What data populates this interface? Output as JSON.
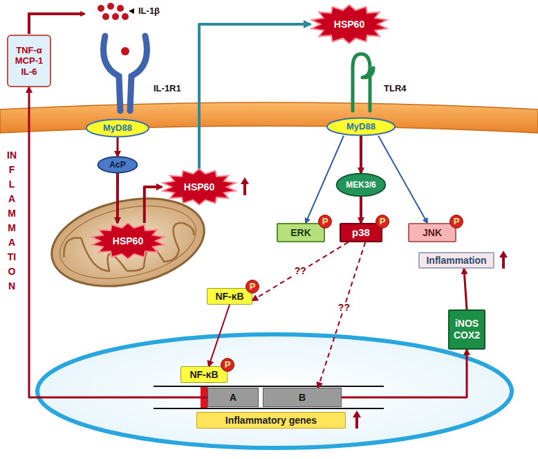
{
  "diagram": {
    "nodes": [
      {
        "text": [
          "TNF-α",
          "MCP-1",
          "IL-6"
        ]
      },
      {
        "text": [
          "MyD88"
        ]
      },
      {
        "text": [
          "AcP"
        ]
      },
      {
        "text": [
          "HSP60"
        ]
      },
      {
        "text": [
          "HSP60"
        ]
      },
      {
        "text": [
          "HSP60"
        ]
      },
      {
        "text": [
          "MyD88"
        ]
      },
      {
        "text": [
          "MEK3/6"
        ]
      },
      {
        "text": [
          "ERK"
        ]
      },
      {
        "text": [
          "p38"
        ]
      },
      {
        "text": [
          "JNK"
        ]
      },
      {
        "text": [
          "NF-κB"
        ]
      },
      {
        "text": [
          "Inflammation"
        ]
      },
      {
        "text": [
          "iNOS COX2"
        ]
      },
      {
        "text": [
          "NF-κB"
        ]
      },
      {
        "text": [
          "A"
        ]
      },
      {
        "text": [
          "B"
        ]
      },
      {
        "text": [
          "Inflammatory genes"
        ]
      }
    ],
    "edges": [
      {
        "from": 1,
        "to": 2,
        "arrow": "to"
      },
      {
        "from": 2,
        "to": 3,
        "arrow": "to"
      },
      {
        "from": 3,
        "to": 4,
        "arrow": "to"
      },
      {
        "from": 4,
        "to": 5,
        "arrow": "to"
      },
      {
        "from": 6,
        "to": 7,
        "arrow": "to"
      },
      {
        "from": 7,
        "to": 9,
        "arrow": "to"
      },
      {
        "from": 6,
        "to": 8,
        "arrow": "to"
      },
      {
        "from": 6,
        "to": 10,
        "arrow": "to"
      },
      {
        "from": 9,
        "to": 11,
        "label": "??",
        "arrow": "to"
      },
      {
        "from": 9,
        "to": 16,
        "label": "??",
        "arrow": "to"
      },
      {
        "from": 11,
        "to": 14,
        "arrow": "to"
      },
      {
        "from": 16,
        "to": 13,
        "arrow": "to"
      },
      {
        "from": 13,
        "to": 12,
        "arrow": "to"
      },
      {
        "from": 15,
        "to": 0,
        "arrow": "to"
      }
    ],
    "labels": [
      "IL-1β",
      "IL-1R1",
      "TLR4",
      "INFLAMMATION",
      "P",
      "P",
      "P",
      "P",
      "P"
    ]
  }
}
